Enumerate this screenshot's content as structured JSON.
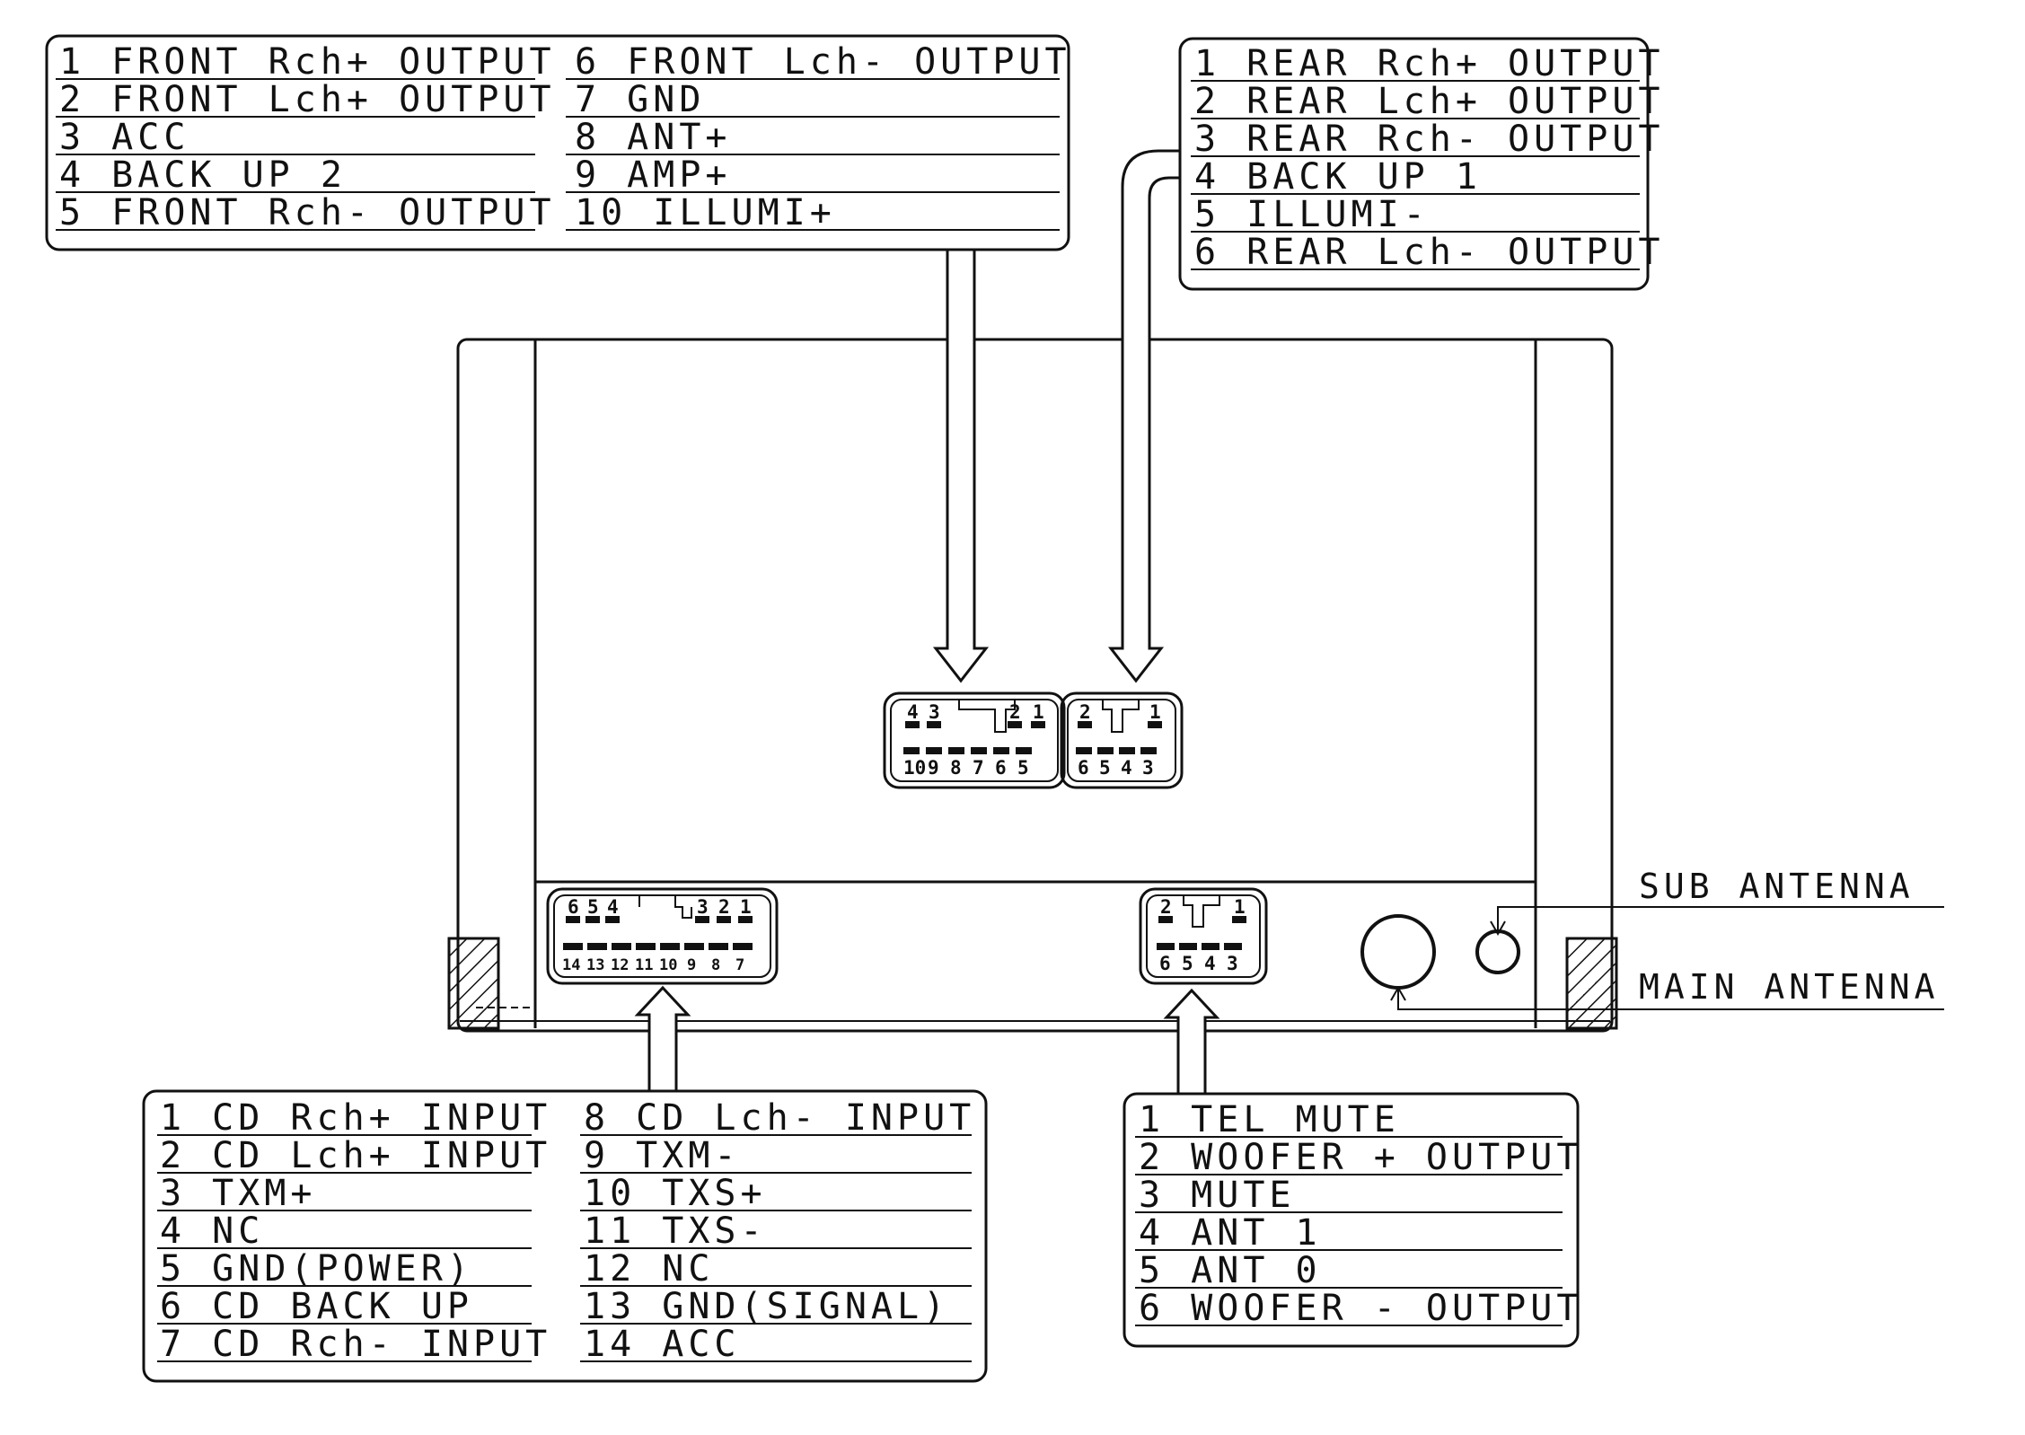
{
  "colors": {
    "ink": "#111111",
    "paper": "#ffffff"
  },
  "panels": {
    "top_left": {
      "col1": [
        "1 FRONT Rch+ OUTPUT",
        "2 FRONT Lch+ OUTPUT",
        "3 ACC",
        "4 BACK UP 2",
        "5 FRONT Rch- OUTPUT"
      ],
      "col2": [
        "6 FRONT Lch- OUTPUT",
        "7 GND",
        "8 ANT+",
        "9 AMP+",
        "10 ILLUMI+"
      ]
    },
    "top_right": {
      "col1": [
        "1 REAR Rch+ OUTPUT",
        "2 REAR Lch+ OUTPUT",
        "3 REAR Rch- OUTPUT",
        "4 BACK UP 1",
        "5 ILLUMI-",
        "6 REAR Lch- OUTPUT"
      ]
    },
    "bottom_left": {
      "col1": [
        "1 CD Rch+ INPUT",
        "2 CD Lch+ INPUT",
        "3 TXM+",
        "4 NC",
        "5 GND(POWER)",
        "6 CD BACK UP",
        "7 CD Rch- INPUT"
      ],
      "col2": [
        "8 CD Lch- INPUT",
        "9 TXM-",
        "10 TXS+",
        "11 TXS-",
        "12 NC",
        "13 GND(SIGNAL)",
        "14 ACC"
      ]
    },
    "bottom_right": {
      "col1": [
        "1 TEL MUTE",
        "2 WOOFER + OUTPUT",
        "3 MUTE",
        "4 ANT 1",
        "5 ANT 0",
        "6 WOOFER - OUTPUT"
      ]
    }
  },
  "connectors": {
    "c10_top": [
      "4",
      "3",
      "2",
      "1"
    ],
    "c10_bottom": [
      "10",
      "9",
      "8",
      "7",
      "6",
      "5"
    ],
    "c6a_top": [
      "2",
      "1"
    ],
    "c6a_bottom": [
      "6",
      "5",
      "4",
      "3"
    ],
    "c14_top": [
      "6",
      "5",
      "4",
      "3",
      "2",
      "1"
    ],
    "c14_bottom": [
      "14",
      "13",
      "12",
      "11",
      "10",
      "9",
      "8",
      "7"
    ],
    "c6b_top": [
      "2",
      "1"
    ],
    "c6b_bottom": [
      "6",
      "5",
      "4",
      "3"
    ]
  },
  "antennas": {
    "sub_label": "SUB ANTENNA",
    "main_label": "MAIN ANTENNA"
  }
}
